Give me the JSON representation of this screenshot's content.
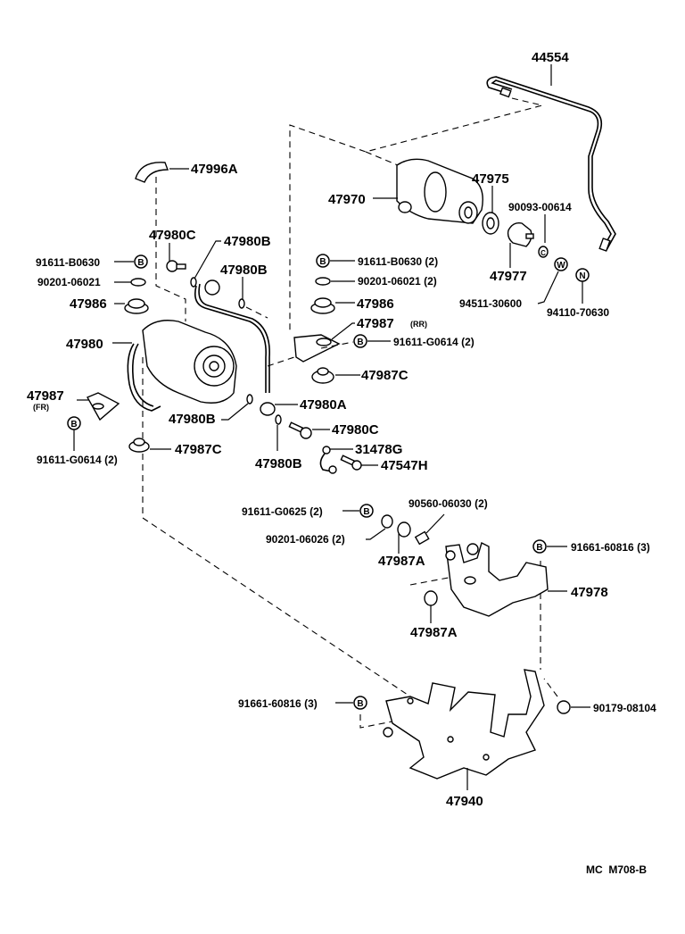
{
  "diagram": {
    "title": "Parts diagram",
    "footer_code": "MC  M708-B",
    "parts": {
      "p44554": "44554",
      "p47996A": "47996A",
      "p47970": "47970",
      "p47975": "47975",
      "p90093": "90093-00614",
      "p47977": "47977",
      "p94511": "94511-30600",
      "p94110": "94110-70630",
      "p47980C_top": "47980C",
      "p47980B_1": "47980B",
      "p47980B_2": "47980B",
      "p91611B0630_left": "91611-B0630",
      "p90201_06021_left": "90201-06021",
      "p47986_left": "47986",
      "p47980": "47980",
      "p91611B0630_right": "91611-B0630 (2)",
      "p90201_06021_right": "90201-06021 (2)",
      "p47986_right": "47986",
      "p47987_rr": "47987",
      "p47987_rr_note": "(RR)",
      "p91611G0614_right": "91611-G0614 (2)",
      "p47987C_right": "47987C",
      "p47987_fr": "47987",
      "p47987_fr_note": "(FR)",
      "p47980B_3": "47980B",
      "p47980A": "47980A",
      "p91611G0614_left": "91611-G0614 (2)",
      "p47987C_left": "47987C",
      "p47980C_bottom": "47980C",
      "p31478G": "31478G",
      "p47980B_4": "47980B",
      "p47547H": "47547H",
      "p91611G0625": "91611-G0625 (2)",
      "p90560": "90560-06030 (2)",
      "p90201_06026": "90201-06026 (2)",
      "p47987A_1": "47987A",
      "p91661_60816_right": "91661-60816 (3)",
      "p47978": "47978",
      "p47987A_2": "47987A",
      "p91661_60816_left": "91661-60816 (3)",
      "p90179": "90179-08104",
      "p47940": "47940"
    },
    "badges": {
      "bolt": "B",
      "washer": "W",
      "nut": "N",
      "clip": "C"
    }
  }
}
